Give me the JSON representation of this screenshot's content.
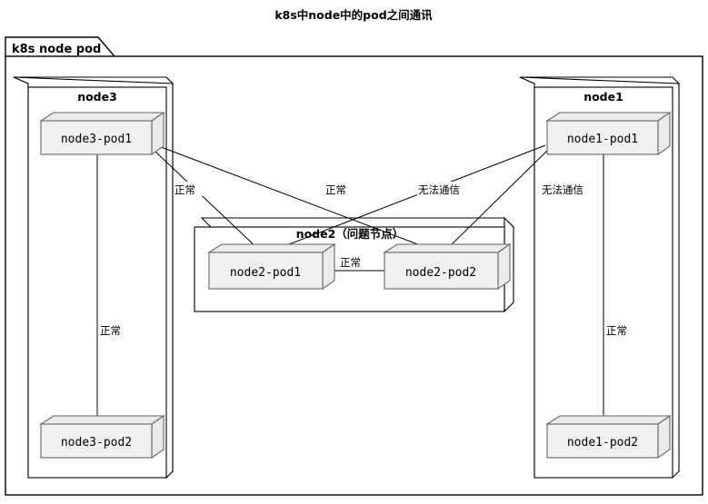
{
  "diagram": {
    "title": "k8s中node中的pod之间通讯",
    "package_label": "k8s node pod",
    "nodes": [
      {
        "id": "node3",
        "title": "node3",
        "pods": [
          {
            "id": "node3-pod1",
            "label": "node3-pod1"
          },
          {
            "id": "node3-pod2",
            "label": "node3-pod2"
          }
        ]
      },
      {
        "id": "node2",
        "title": "node2（问题节点）",
        "pods": [
          {
            "id": "node2-pod1",
            "label": "node2-pod1"
          },
          {
            "id": "node2-pod2",
            "label": "node2-pod2"
          }
        ]
      },
      {
        "id": "node1",
        "title": "node1",
        "pods": [
          {
            "id": "node1-pod1",
            "label": "node1-pod1"
          },
          {
            "id": "node1-pod2",
            "label": "node1-pod2"
          }
        ]
      }
    ],
    "edges": [
      {
        "id": "e-node3-internal",
        "from": "node3-pod1",
        "to": "node3-pod2",
        "label": "正常"
      },
      {
        "id": "e-node1-internal",
        "from": "node1-pod1",
        "to": "node1-pod2",
        "label": "正常"
      },
      {
        "id": "e-node2-internal",
        "from": "node2-pod1",
        "to": "node2-pod2",
        "label": "正常"
      },
      {
        "id": "e-node3pod1-node2pod1",
        "from": "node3-pod1",
        "to": "node2-pod1",
        "label": "正常"
      },
      {
        "id": "e-node3pod1-node2pod2",
        "from": "node3-pod1",
        "to": "node2-pod2",
        "label": "正常"
      },
      {
        "id": "e-node1pod1-node2pod1",
        "from": "node1-pod1",
        "to": "node2-pod1",
        "label": "无法通信"
      },
      {
        "id": "e-node1pod1-node2pod2",
        "from": "node1-pod1",
        "to": "node2-pod2",
        "label": "无法通信"
      }
    ],
    "edge_labels": {
      "normal": "正常",
      "unreachable": "无法通信"
    },
    "colors": {
      "background": "#ffffff",
      "stroke": "#000000",
      "pod_fill": "#f0f0f0",
      "pod_stroke": "#666666",
      "node_fill": "#ffffff"
    }
  }
}
